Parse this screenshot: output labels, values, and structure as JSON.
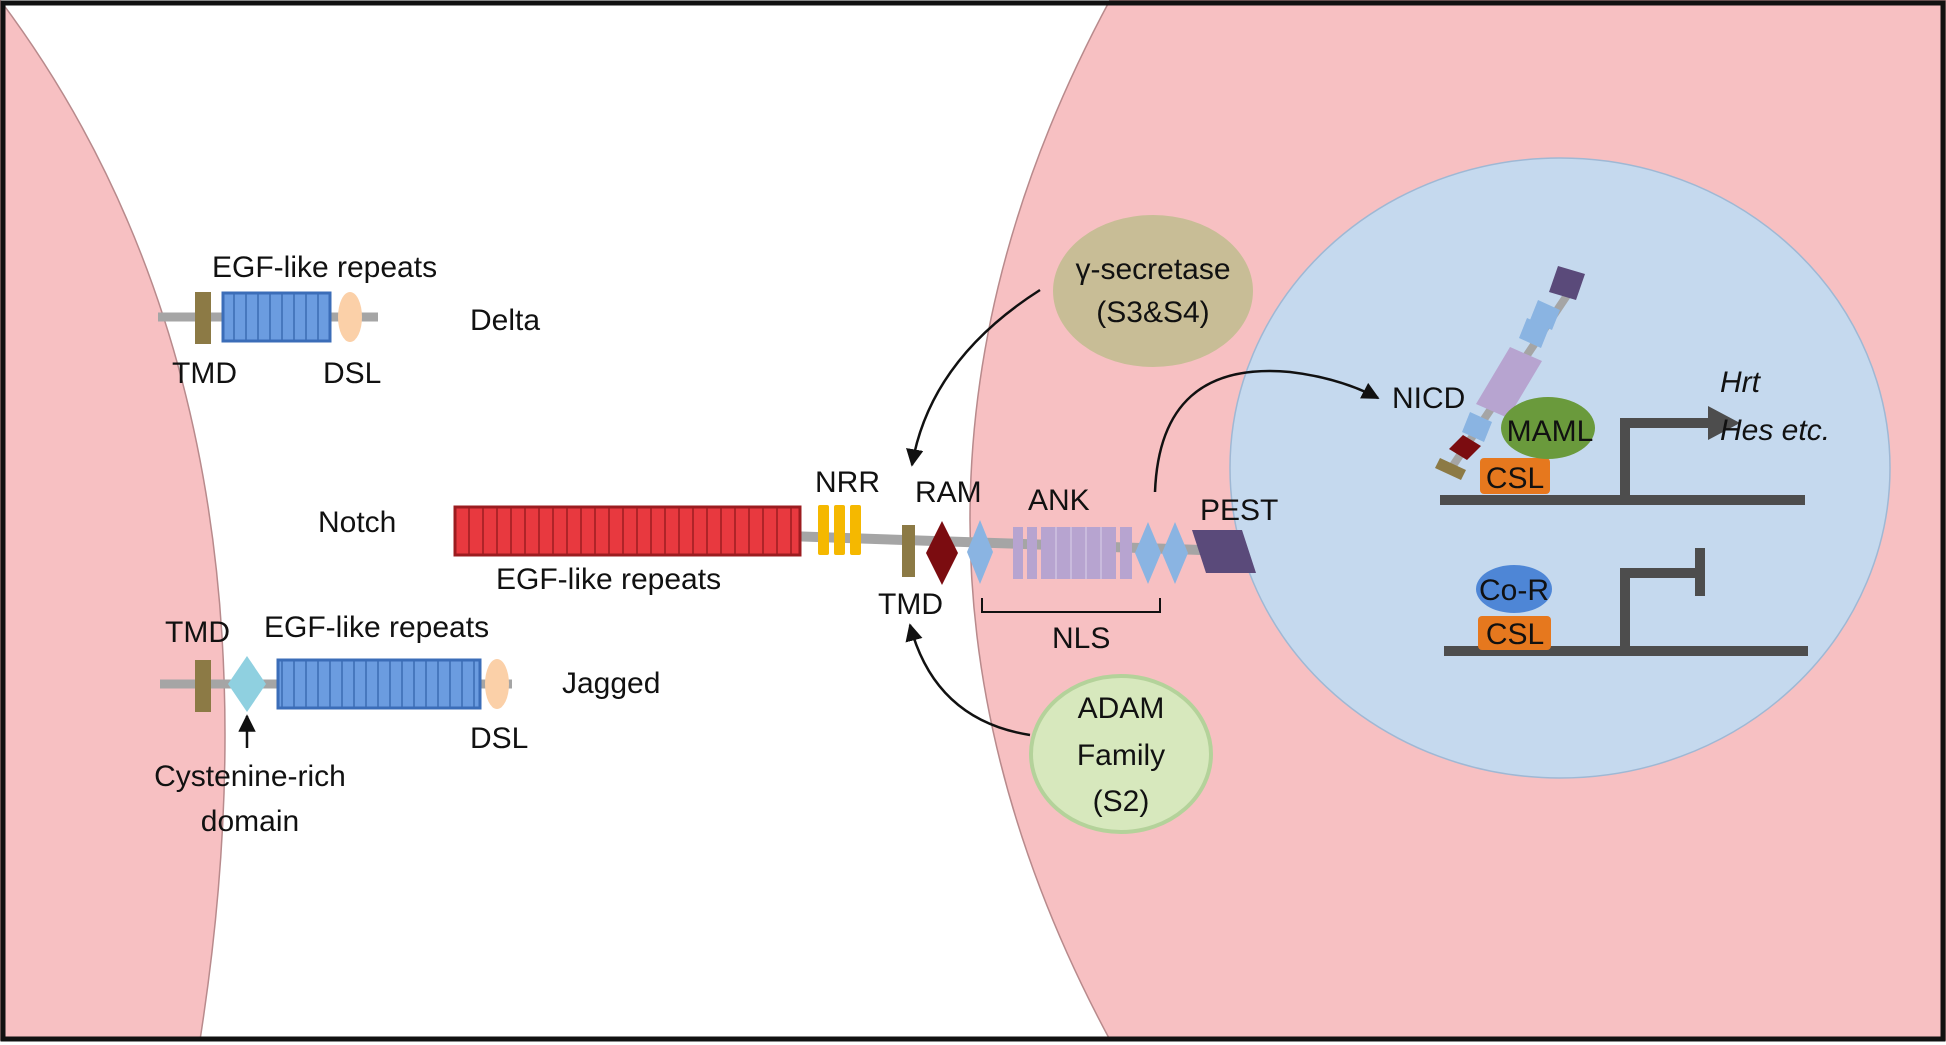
{
  "ligand_cell": {
    "delta": {
      "name": "Delta",
      "egf_label": "EGF-like repeats",
      "tmd_label": "TMD",
      "dsl_label": "DSL"
    },
    "jagged": {
      "name": "Jagged",
      "egf_label": "EGF-like repeats",
      "tmd_label": "TMD",
      "dsl_label": "DSL",
      "crd_label_line1": "Cystenine-rich",
      "crd_label_line2": "domain"
    }
  },
  "notch": {
    "name": "Notch",
    "egf_label": "EGF-like repeats",
    "nrr_label": "NRR",
    "tmd_label": "TMD",
    "ram_label": "RAM",
    "ank_label": "ANK",
    "pest_label": "PEST",
    "nls_label": "NLS"
  },
  "enzymes": {
    "gamma_secretase_line1": "γ-secretase",
    "gamma_secretase_line2": "(S3&S4)",
    "adam_line1": "ADAM",
    "adam_line2": "Family",
    "adam_line3": "(S2)"
  },
  "nucleus": {
    "nicd_label": "NICD",
    "maml_label": "MAML",
    "csl_active_label": "CSL",
    "corepressor_label": "Co-R",
    "csl_repressed_label": "CSL",
    "target_gene_1": "Hrt",
    "target_gene_2": "Hes etc."
  },
  "colors": {
    "cell": "#f7c0c2",
    "nucleus": "#c5d9ee",
    "egf_red": "#e8393f",
    "egf_blue": "#5b8fd9",
    "nrr_yellow": "#f5b800",
    "tmd_olive": "#8c7a45",
    "ram_darkred": "#7b0c10",
    "ank_lavender": "#b7a4d0",
    "pest_purple": "#5a4a7a",
    "nls_blue": "#8ab4e2",
    "dsl_peach": "#fbd0a8",
    "crd_cyan": "#8fd0e0",
    "gamma_secretase": "#c8bd96",
    "adam": "#d7e8bd",
    "maml": "#6a9a3c",
    "csl": "#e6781e",
    "corepressor": "#4e86d6"
  }
}
